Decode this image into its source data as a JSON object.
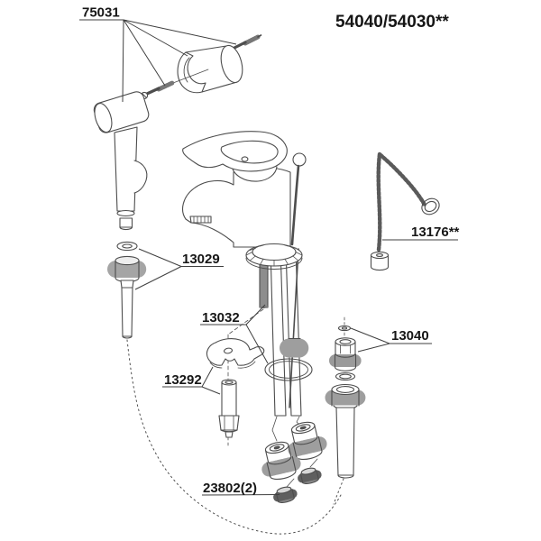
{
  "title": "54040/54030**",
  "labels": {
    "holder_set": "75031",
    "spray_hose_nut": "13029",
    "mounting_stud": "13032",
    "bracket_sleeve": "13292",
    "chain_stopper": "13176**",
    "outlet_connector": "13040",
    "caps": "23802(2)"
  },
  "colors": {
    "line": "#4d4d4d",
    "text": "#161616",
    "background": "#ffffff",
    "shade_mid": "#9e9e9e",
    "shade_dark": "#6a6a6a"
  }
}
